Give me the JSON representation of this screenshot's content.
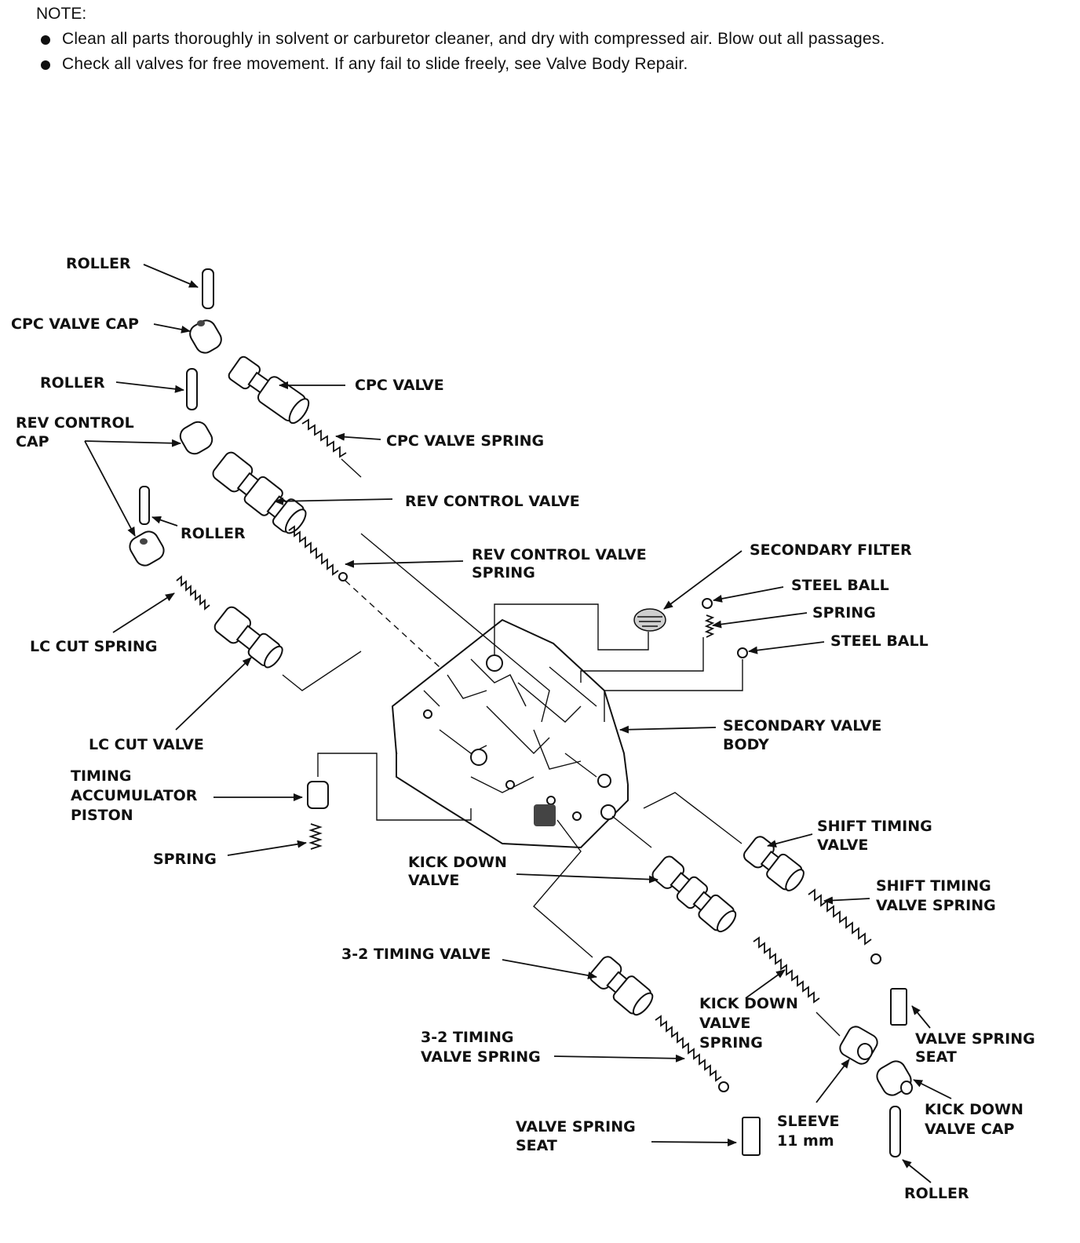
{
  "note": {
    "heading": "NOTE:",
    "bullets": [
      "Clean all parts thoroughly in solvent or carburetor cleaner, and dry with compressed air. Blow out all passages.",
      "Check all valves for free movement. If any fail to slide freely, see Valve Body Repair."
    ]
  },
  "labels": {
    "roller_1": "ROLLER",
    "cpc_valve_cap": "CPC VALVE CAP",
    "roller_2": "ROLLER",
    "cpc_valve": "CPC VALVE",
    "rev_control_cap": [
      "REV CONTROL",
      "CAP"
    ],
    "cpc_valve_spring": "CPC VALVE SPRING",
    "rev_control_valve": "REV CONTROL VALVE",
    "roller_3": "ROLLER",
    "rev_control_valve_spring": [
      "REV CONTROL VALVE",
      "SPRING"
    ],
    "secondary_filter": "SECONDARY FILTER",
    "steel_ball_1": "STEEL BALL",
    "spring_1": "SPRING",
    "steel_ball_2": "STEEL BALL",
    "lc_cut_spring": "LC CUT SPRING",
    "lc_cut_valve": "LC CUT VALVE",
    "secondary_valve_body": [
      "SECONDARY VALVE",
      "BODY"
    ],
    "timing_accumulator_piston": [
      "TIMING",
      "ACCUMULATOR",
      "PISTON"
    ],
    "spring_2": "SPRING",
    "shift_timing_valve": [
      "SHIFT TIMING",
      "VALVE"
    ],
    "kick_down_valve": [
      "KICK DOWN",
      "VALVE"
    ],
    "shift_timing_valve_spring": [
      "SHIFT TIMING",
      "VALVE SPRING"
    ],
    "timing_valve_3_2": "3-2 TIMING VALVE",
    "kick_down_valve_spring": [
      "KICK DOWN",
      "VALVE",
      "SPRING"
    ],
    "valve_spring_seat_1": [
      "VALVE SPRING",
      "SEAT"
    ],
    "timing_valve_spring_3_2": [
      "3-2 TIMING",
      "VALVE SPRING"
    ],
    "kick_down_valve_cap": [
      "KICK DOWN",
      "VALVE CAP"
    ],
    "valve_spring_seat_2": [
      "VALVE SPRING",
      "SEAT"
    ],
    "sleeve": [
      "SLEEVE",
      "11 mm"
    ],
    "roller_4": "ROLLER"
  }
}
